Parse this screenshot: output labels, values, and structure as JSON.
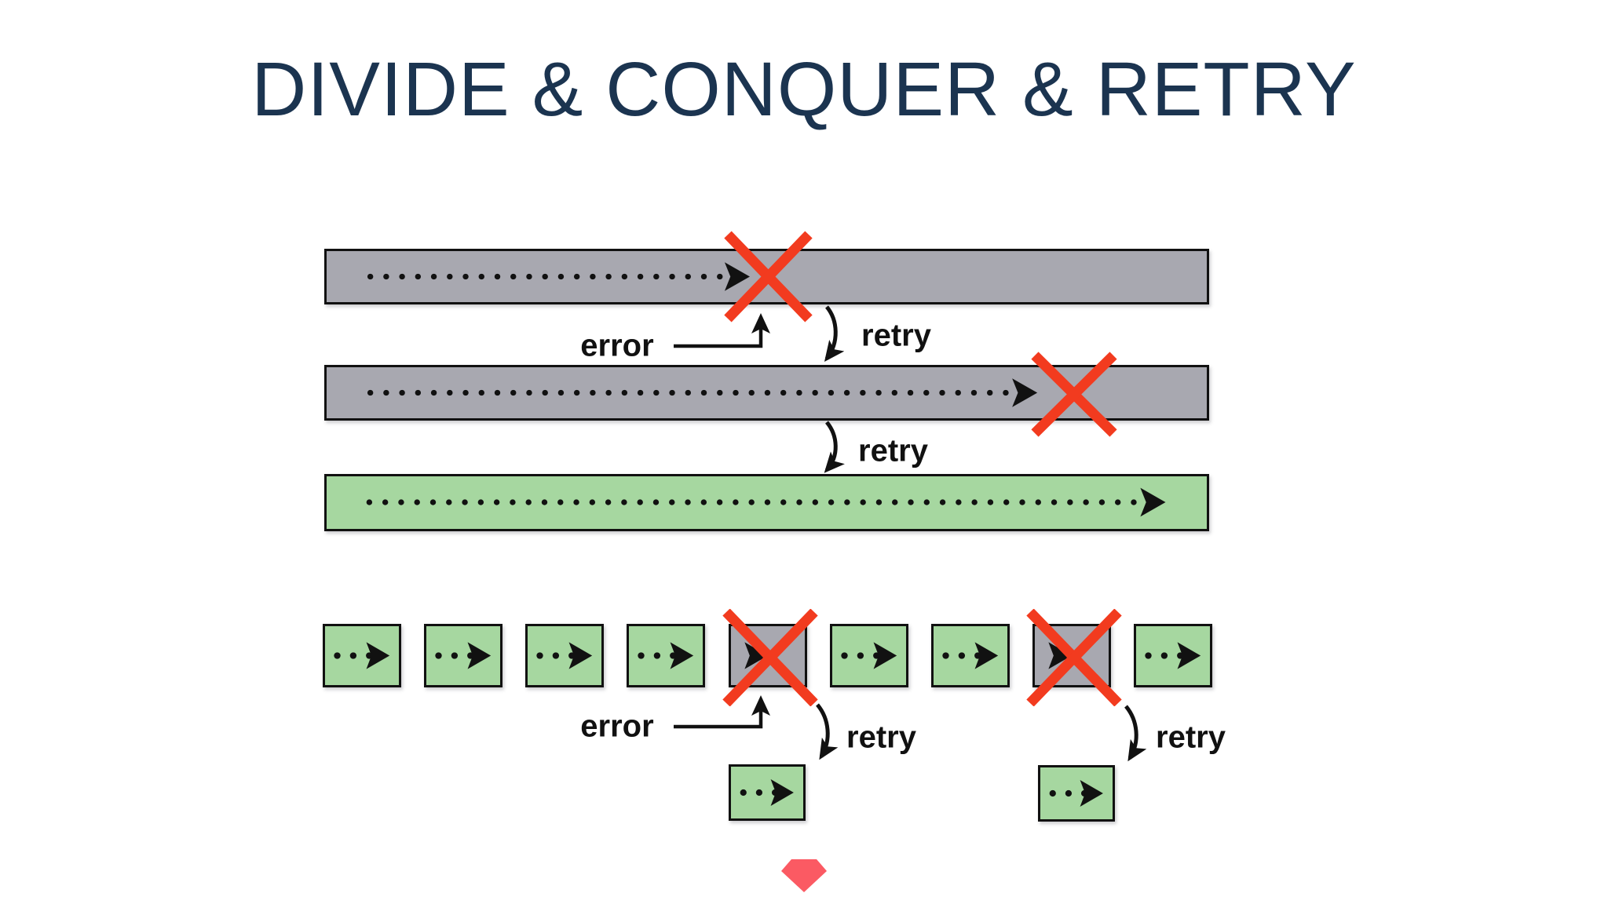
{
  "slide": {
    "title": "DIVIDE & CONQUER & RETRY"
  },
  "top_diagram": {
    "error_label": "error",
    "retry_labels": [
      "retry",
      "retry"
    ],
    "attempts": [
      {
        "name": "attempt-1",
        "status": "error",
        "bar_color": "gray"
      },
      {
        "name": "attempt-2",
        "status": "error",
        "bar_color": "gray"
      },
      {
        "name": "attempt-3",
        "status": "success",
        "bar_color": "green"
      }
    ]
  },
  "bottom_diagram": {
    "error_label": "error",
    "retry_labels": [
      "retry",
      "retry"
    ],
    "tasks": [
      "ok",
      "ok",
      "ok",
      "ok",
      "error",
      "ok",
      "ok",
      "error",
      "ok"
    ],
    "retries": [
      "ok",
      "ok"
    ]
  },
  "icons": {
    "error_mark": "red-x-icon",
    "progress": "dotted-arrow-icon",
    "footer": "gem-icon"
  },
  "colors": {
    "bg": "#ffffff",
    "title_ink": "#1b3450",
    "bar_gray": "#a8a8b0",
    "bar_green": "#a6d7a0",
    "error_red": "#f23b1f",
    "ink": "#111111",
    "gem_pink": "#fb5a63"
  }
}
